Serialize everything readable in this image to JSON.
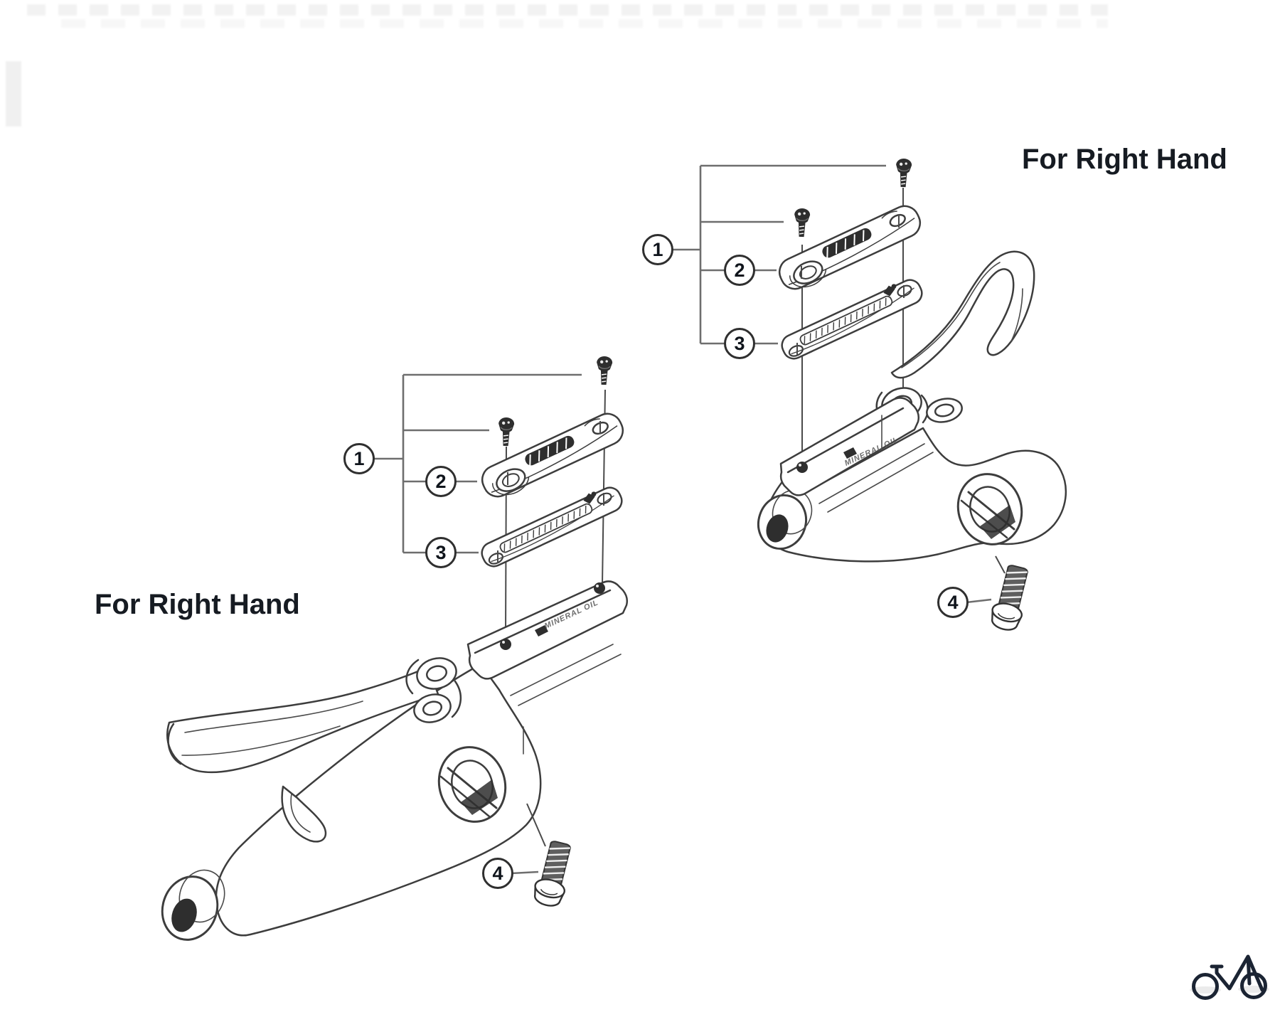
{
  "page": {
    "background": "#ffffff"
  },
  "diagrams": [
    {
      "name": "upper-right-lever",
      "label": "For Right Hand",
      "body_marking": "MINERAL OIL",
      "callouts": [
        "1",
        "2",
        "3",
        "4"
      ]
    },
    {
      "name": "lower-left-lever",
      "label": "For Right Hand",
      "body_marking": "MINERAL OIL",
      "callouts": [
        "1",
        "2",
        "3",
        "4"
      ]
    }
  ],
  "logo": {
    "name": "bicycle-logo",
    "color": "#1b2433"
  },
  "colors": {
    "line_art": "#3d3d3d",
    "leader_line": "#6e6e6e",
    "dark_fill": "#2e2e2e",
    "callout_text": "#10151c",
    "label_text": "#161b22"
  }
}
